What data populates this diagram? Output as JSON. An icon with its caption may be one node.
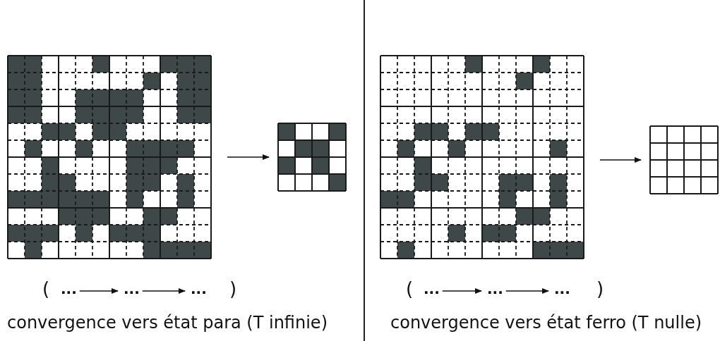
{
  "diagram": {
    "nodes": [
      {
        "text": [],
        "shape": "grid"
      },
      {
        "text": [],
        "shape": "grid"
      },
      {
        "text": [],
        "shape": "grid"
      },
      {
        "text": [],
        "shape": "grid"
      },
      {
        "text": [
          "..."
        ]
      },
      {
        "text": [
          "..."
        ]
      },
      {
        "text": [
          "..."
        ]
      },
      {
        "text": [
          "..."
        ]
      },
      {
        "text": [
          "..."
        ]
      },
      {
        "text": [
          "..."
        ]
      }
    ],
    "edges": [
      {
        "from": 0,
        "to": 1,
        "arrow": "to"
      },
      {
        "from": 4,
        "to": 5,
        "arrow": "to"
      },
      {
        "from": 5,
        "to": 6,
        "arrow": "to"
      },
      {
        "from": 2,
        "to": 3,
        "arrow": "to"
      },
      {
        "from": 7,
        "to": 8,
        "arrow": "to"
      },
      {
        "from": 8,
        "to": 9,
        "arrow": "to"
      }
    ],
    "labels": [
      "(",
      ")",
      "convergence vers état para (T infinie)",
      "(",
      ")",
      "convergence vers état ferro (T nulle)"
    ]
  }
}
